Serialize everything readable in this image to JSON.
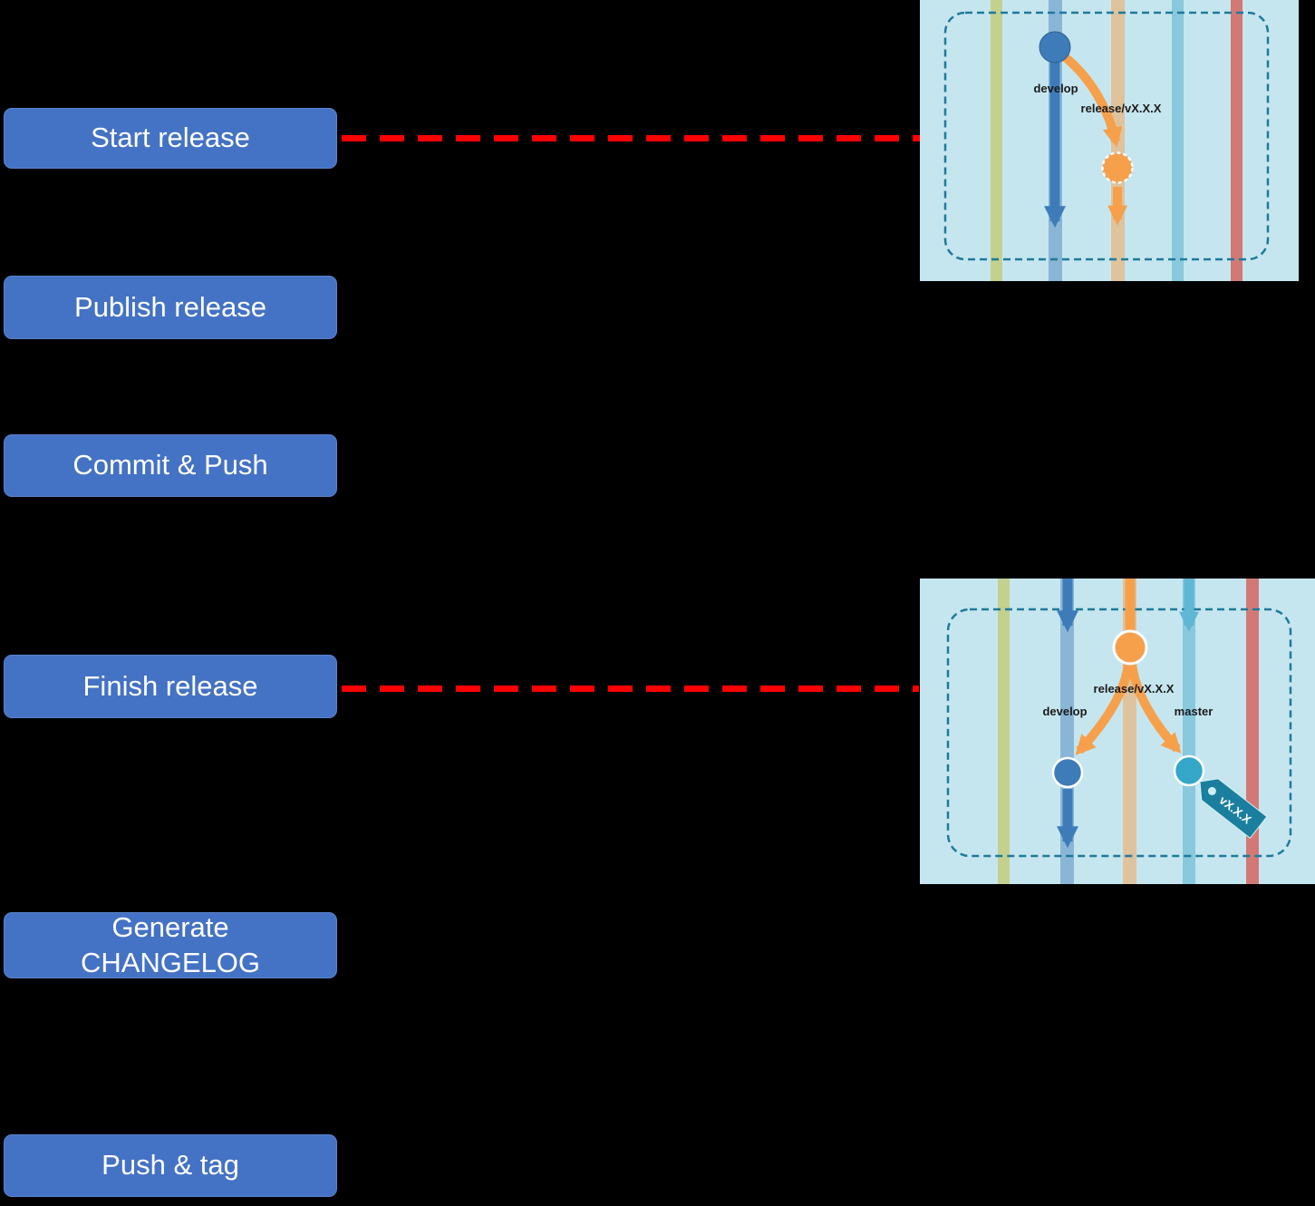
{
  "buttons": [
    {
      "label": "Start release"
    },
    {
      "label": "Publish release"
    },
    {
      "label": "Commit & Push"
    },
    {
      "label": "Finish release"
    },
    {
      "label": "Generate\nCHANGELOG"
    },
    {
      "label": "Push & tag"
    }
  ],
  "diagrams": {
    "start": {
      "develop_label": "develop",
      "release_label": "release/vX.X.X"
    },
    "finish": {
      "release_label": "release/vX.X.X",
      "develop_label": "develop",
      "master_label": "master",
      "tag_label": "vX.X.X"
    }
  },
  "colors": {
    "button_blue": "#4472C4",
    "connector_red": "#FF0000",
    "panel_background": "#C6E6EF",
    "develop_blue": "#3E7CB9",
    "release_orange": "#F6A04C",
    "master_cyan": "#35A7C9",
    "tag_teal": "#1A7F9F",
    "dashed_border_teal": "#1E7A9B"
  }
}
